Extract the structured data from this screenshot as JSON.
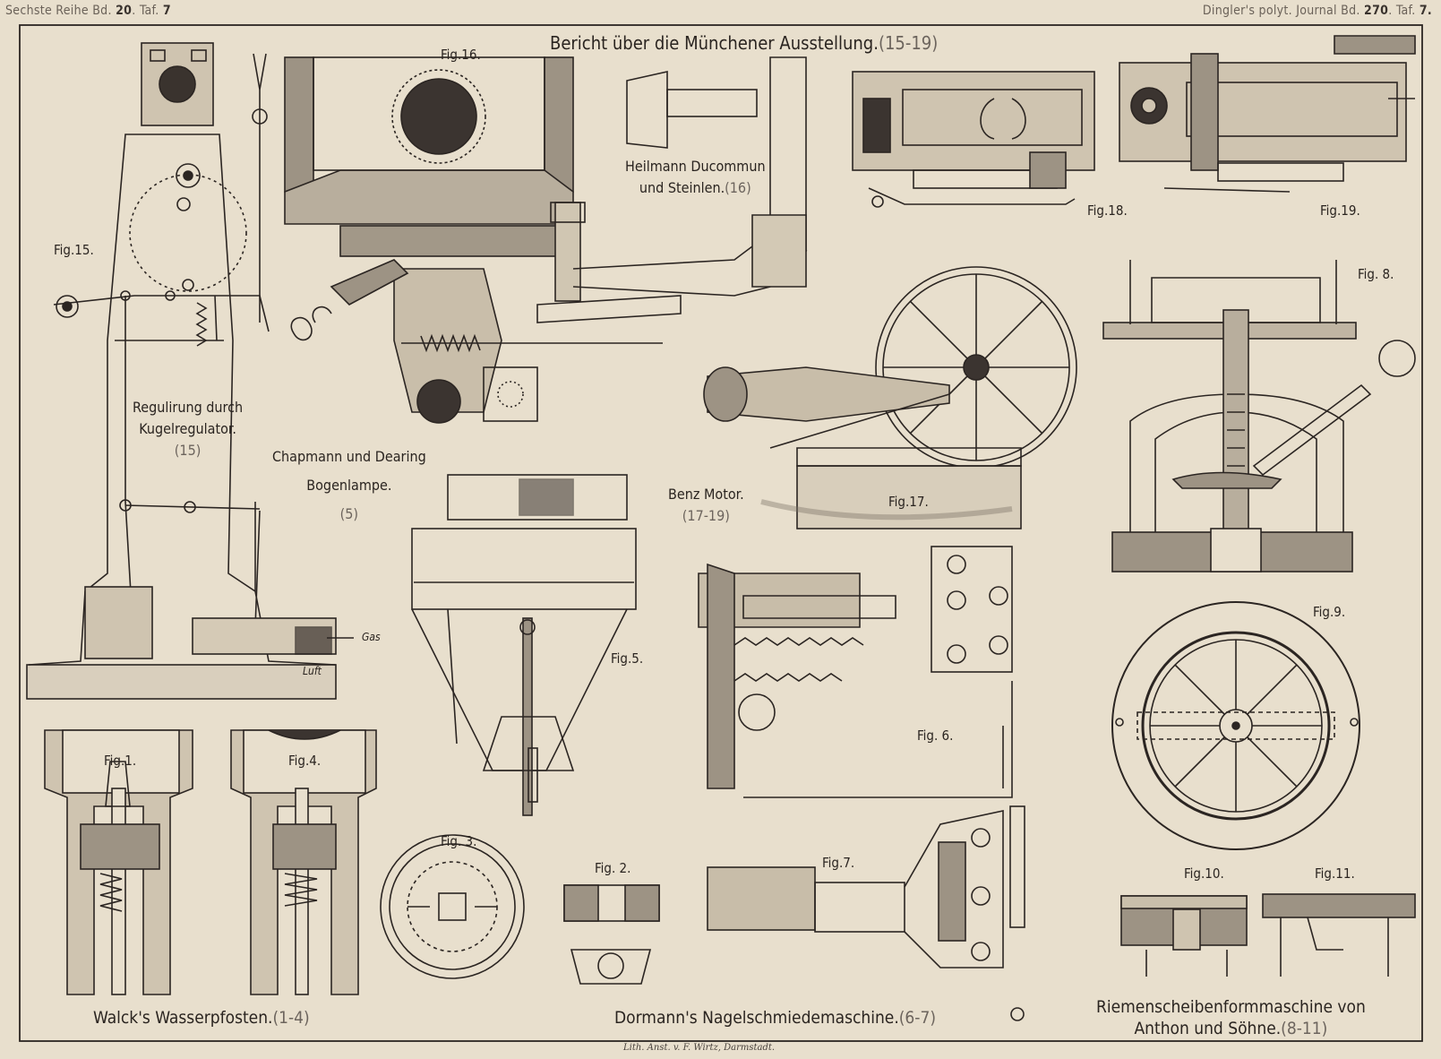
{
  "header": {
    "left_text": "Sechste Reihe Bd.",
    "left_volume": "20",
    "left_plate_prefix": ". Taf.",
    "left_plate": "7",
    "right_text": "Dingler's polyt. Journal Bd.",
    "right_volume": "270",
    "right_plate_prefix": ". Taf.",
    "right_plate": "7."
  },
  "main_title": "Bericht über die Münchener Ausstellung.",
  "main_title_range": "(15-19)",
  "sections": {
    "heilmann": {
      "line1": "Heilmann Ducommun",
      "line2": "und Steinlen.",
      "range": "(16)"
    },
    "regulierung": {
      "line1": "Regulirung durch",
      "line2": "Kugelregulator.",
      "range": "(15)"
    },
    "chapmann": {
      "line1": "Chapmann und Dearing",
      "line2": "Bogenlampe.",
      "range": "(5)"
    },
    "benz": {
      "line1": "Benz Motor.",
      "range": "(17-19)"
    },
    "walck": {
      "text": "Walck's Wasserpfosten.",
      "range": "(1-4)"
    },
    "dormann": {
      "text": "Dormann's Nagelschmiedemaschine.",
      "range": "(6-7)"
    },
    "riemen": {
      "line1": "Riemenscheibenformmaschine von",
      "line2": "Anthon und Söhne.",
      "range": "(8-11)"
    }
  },
  "figures": {
    "fig1": "Fig.1.",
    "fig2": "Fig. 2.",
    "fig3": "Fig. 3.",
    "fig4": "Fig.4.",
    "fig5": "Fig.5.",
    "fig6": "Fig. 6.",
    "fig7": "Fig.7.",
    "fig8": "Fig. 8.",
    "fig9": "Fig.9.",
    "fig10": "Fig.10.",
    "fig11": "Fig.11.",
    "fig15": "Fig.15.",
    "fig16": "Fig.16.",
    "fig17": "Fig.17.",
    "fig18": "Fig.18.",
    "fig19": "Fig.19."
  },
  "annotations": {
    "gas": "Gas",
    "luft": "Luft"
  },
  "footer": "Lith. Anst. v. F. Wirtz, Darmstadt.",
  "colors": {
    "paper": "#e8dfcd",
    "ink": "#2b2522",
    "faded_ink": "#6b6259"
  }
}
